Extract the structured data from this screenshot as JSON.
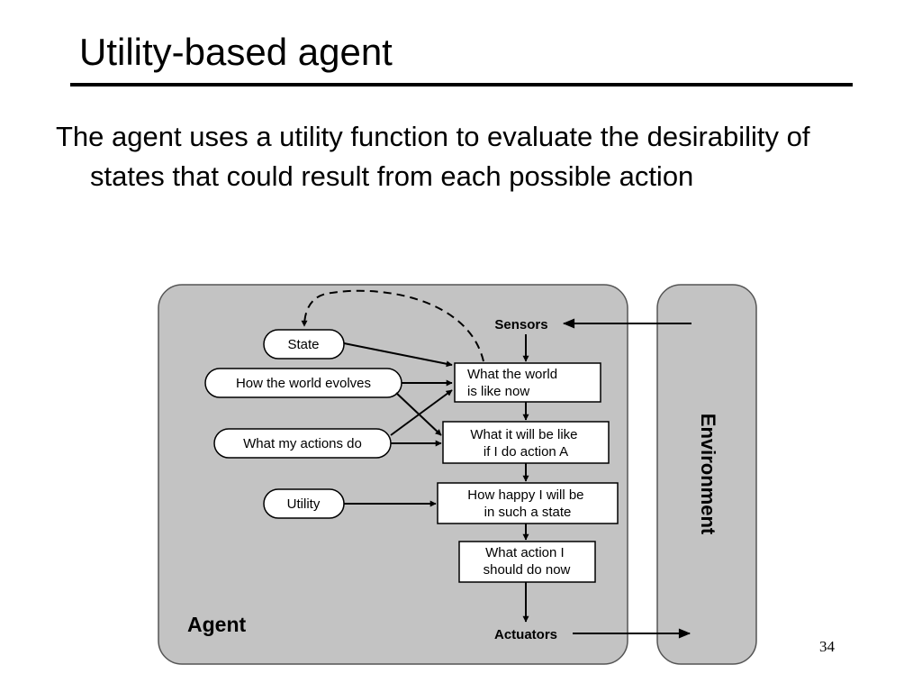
{
  "slide": {
    "title": "Utility-based agent",
    "body": "The agent uses a utility function to evaluate the desirability of states that could result from each possible action",
    "page_number": "34"
  },
  "diagram": {
    "agent_label": "Agent",
    "environment_label": "Environment",
    "sensors_label": "Sensors",
    "actuators_label": "Actuators",
    "inputs": {
      "state": "State",
      "world_evolves": "How the world evolves",
      "actions_do": "What my actions do",
      "utility": "Utility"
    },
    "boxes": {
      "world_now": [
        "What the world",
        "is like now"
      ],
      "if_action": [
        "What it will be like",
        "if I do action A"
      ],
      "happy": [
        "How happy I will be",
        "in such a state"
      ],
      "action_now": [
        "What action I",
        "should do now"
      ]
    }
  }
}
